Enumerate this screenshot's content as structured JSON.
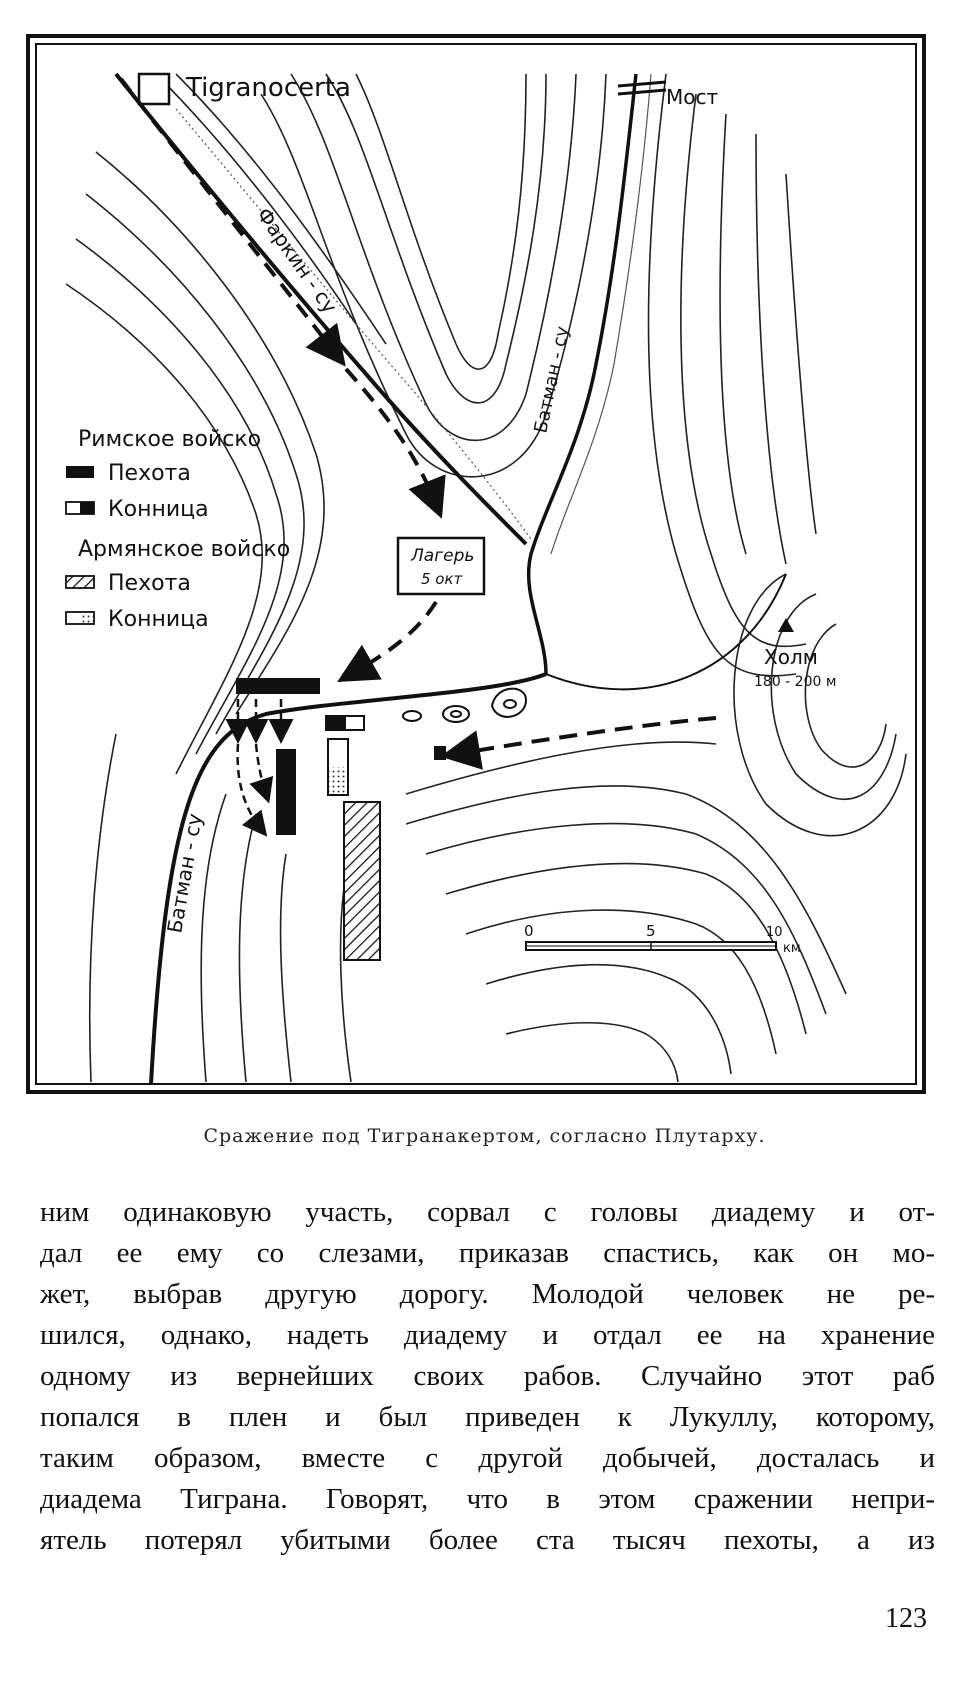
{
  "map": {
    "city_label": "Tigranocerta",
    "bridge_label": "Мост",
    "river_farkin_label": "Фаркин - су",
    "river_batman_upper_label": "Батман - су",
    "river_batman_lower_label": "Батман - су",
    "camp_label_line1": "Лагерь",
    "camp_label_line2": "5 окт",
    "hill_label": "Холм",
    "hill_height": "180 - 200 м",
    "legend": {
      "roman_heading": "Римское войско",
      "roman_infantry": "Пехота",
      "roman_cavalry": "Конница",
      "armenian_heading": "Армянское войско",
      "armenian_infantry": "Пехота",
      "armenian_cavalry": "Конница"
    },
    "scale": {
      "tick_0": "0",
      "tick_5": "5",
      "tick_10": "10",
      "unit": "км"
    }
  },
  "caption": "Сражение под Тигранакертом, согласно Плутарху.",
  "text_lines": [
    "ним одинаковую участь, сорвал с головы диадему и от-",
    "дал ее ему со слезами, приказав спастись, как он мо-",
    "жет, выбрав другую дорогу. Молодой человек не ре-",
    "шился, однако, надеть диадему и отдал ее на хранение",
    "одному из вернейших своих рабов. Случайно этот раб",
    "попался в плен и был приведен к Лукуллу, которому,",
    "таким образом, вместе с другой добычей, досталась и",
    "диадема Тиграна. Говорят, что в этом сражении непри-",
    "ятель потерял убитыми более ста тысяч пехоты, а из"
  ],
  "page_number": "123"
}
